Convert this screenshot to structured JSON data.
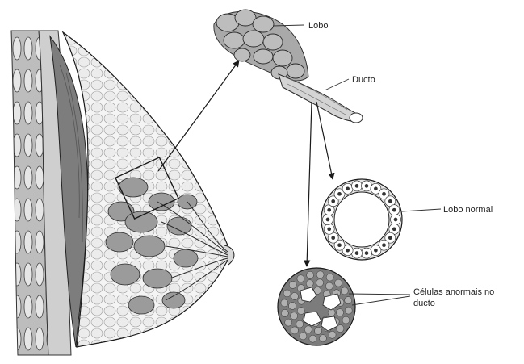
{
  "labels": {
    "lobe": "Lobo",
    "duct": "Ducto",
    "normal_lobe": "Lobo normal",
    "abnormal_cells_line1": "Células anormais no",
    "abnormal_cells_line2": "ducto"
  },
  "colors": {
    "line": "#1a1a1a",
    "tissue_light": "#eeeeee",
    "tissue_mid": "#c9c9c9",
    "tissue_dark": "#8f8f8f",
    "muscle": "#7a7a7a",
    "rib": "#d8d8d8"
  }
}
